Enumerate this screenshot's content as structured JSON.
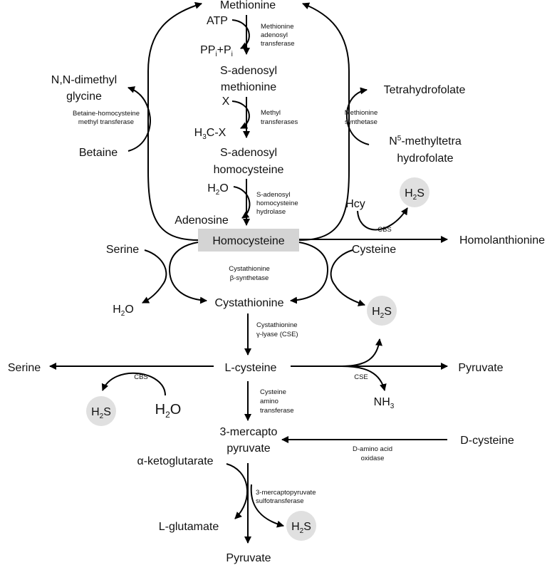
{
  "metabolites": {
    "methionine": "Methionine",
    "atp": "ATP",
    "ppi_pi": {
      "pp": "PP",
      "i1": "i",
      "plus_p": "+P",
      "i2": "i"
    },
    "sam_line1": "S-adenosyl",
    "sam_line2": "methionine",
    "x": "X",
    "h3cx": {
      "h": "H",
      "sub": "3",
      "rest": "C-X"
    },
    "sah_line1": "S-adenosyl",
    "sah_line2": "homocysteine",
    "h2o_top": {
      "h": "H",
      "sub": "2",
      "rest": "O"
    },
    "adenosine": "Adenosine",
    "homocysteine": "Homocysteine",
    "dmg_line1": "N,N-dimethyl",
    "dmg_line2": "glycine",
    "betaine": "Betaine",
    "thf": "Tetrahydrofolate",
    "mthf_line1": {
      "n": "N",
      "sup": "5",
      "rest": "-methyltetra"
    },
    "mthf_line2": "hydrofolate",
    "hcy": "Hcy",
    "homolanthionine": "Homolanthionine",
    "serine_top": "Serine",
    "cysteine": "Cysteine",
    "h2o_left": {
      "h": "H",
      "sub": "2",
      "rest": "O"
    },
    "cystathionine": "Cystathionine",
    "serine_left": "Serine",
    "l_cysteine": "L-cysteine",
    "pyruvate_right": "Pyruvate",
    "h2o_big": {
      "h": "H",
      "sub": "2",
      "rest": "O"
    },
    "nh3": {
      "n": "NH",
      "sub": "3"
    },
    "mercapto_line1": "3-mercapto",
    "mercapto_line2": "pyruvate",
    "d_cysteine": "D-cysteine",
    "akg": "α-ketoglutarate",
    "l_glutamate": "L-glutamate",
    "pyruvate_bottom": "Pyruvate",
    "h2s": {
      "h": "H",
      "sub": "2",
      "rest": "S"
    }
  },
  "enzymes": {
    "mat": [
      "Methionine",
      "adenosyl",
      "transferase"
    ],
    "mt": [
      "Methyl",
      "transferases"
    ],
    "sahh": [
      "S-adenosyl",
      "homocysteine",
      "hydrolase"
    ],
    "bhmt": [
      "Betaine-homocysteine",
      "methyl transferase"
    ],
    "ms": [
      "Methionine",
      "synthetase"
    ],
    "cbs_top": "CBS",
    "cbs_main": [
      "Cystathionine",
      "β-synthetase"
    ],
    "cse_main": [
      "Cystathionine",
      "γ-lyase (CSE)"
    ],
    "cbs_left": "CBS",
    "cse_right": "CSE",
    "cat": [
      "Cysteine",
      "amino",
      "transferase"
    ],
    "daao": [
      "D-amino acid",
      "oxidase"
    ],
    "mst": [
      "3-mercaptopyruvate",
      "sulfotransferase"
    ]
  }
}
